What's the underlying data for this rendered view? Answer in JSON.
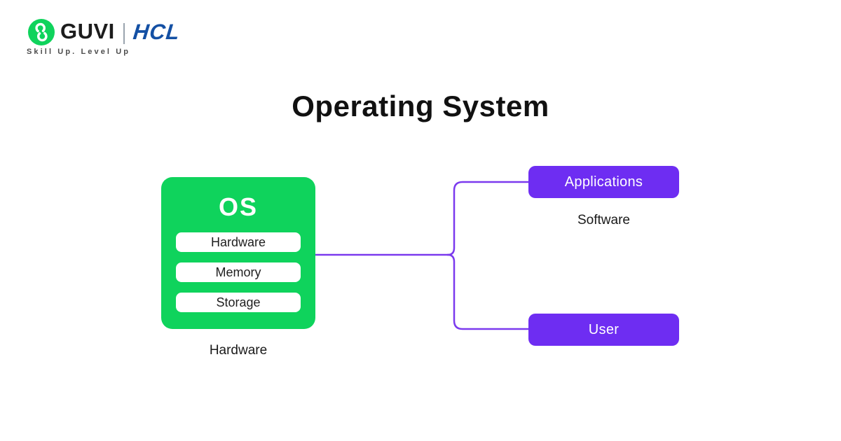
{
  "brand": {
    "guvi_label": "GUVI",
    "hcl_label": "HCL",
    "tagline": "Skill Up. Level Up"
  },
  "title": "Operating System",
  "diagram": {
    "os_node": {
      "title": "OS",
      "components": [
        "Hardware",
        "Memory",
        "Storage"
      ],
      "caption": "Hardware"
    },
    "applications_node": {
      "label": "Applications",
      "caption": "Software"
    },
    "user_node": {
      "label": "User"
    }
  },
  "colors": {
    "guvi_green": "#0fd35c",
    "node_purple": "#6e2df2",
    "connector_purple": "#7b3aee",
    "hcl_blue": "#1450a4",
    "text_dark": "#111111"
  },
  "icons": {
    "guvi_logo": "guvi-g-icon"
  }
}
